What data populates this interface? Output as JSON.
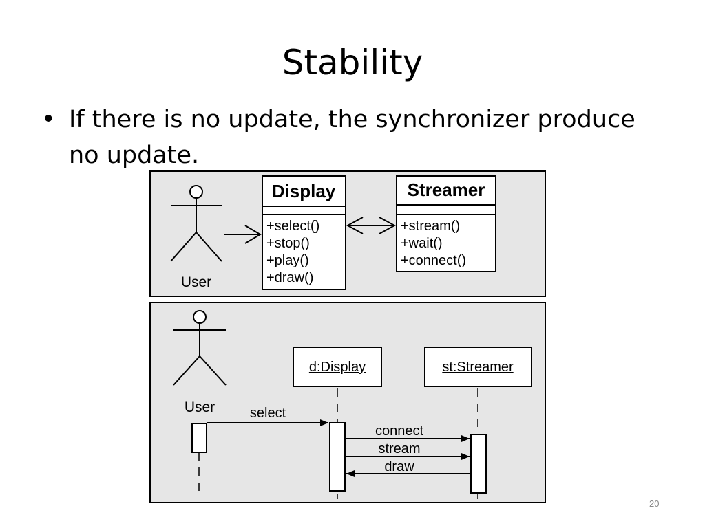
{
  "slide": {
    "title": "Stability",
    "bullet": "If there is no update, the synchronizer produce no update.",
    "page_number": "20"
  },
  "class_diagram": {
    "actor_label": "User",
    "display": {
      "name": "Display",
      "methods": [
        "+select()",
        "+stop()",
        "+play()",
        "+draw()"
      ]
    },
    "streamer": {
      "name": "Streamer",
      "methods": [
        "+stream()",
        "+wait()",
        "+connect()"
      ]
    }
  },
  "sequence_diagram": {
    "actor_label": "User",
    "lifelines": [
      "d:Display",
      "st:Streamer"
    ],
    "messages": [
      {
        "label": "select",
        "from": "User",
        "to": "d:Display"
      },
      {
        "label": "connect",
        "from": "d:Display",
        "to": "st:Streamer"
      },
      {
        "label": "stream",
        "from": "d:Display",
        "to": "st:Streamer"
      },
      {
        "label": "draw",
        "from": "st:Streamer",
        "to": "d:Display"
      }
    ]
  }
}
